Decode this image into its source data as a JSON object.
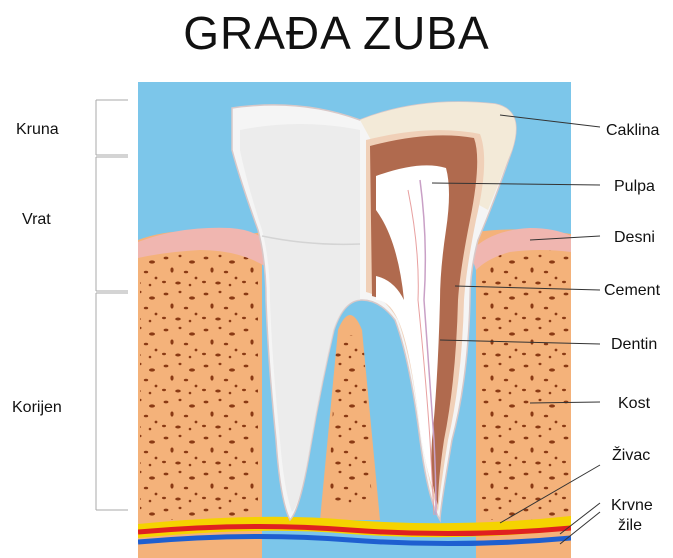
{
  "title": "GRAĐA ZUBA",
  "regions": [
    {
      "id": "kruna",
      "label": "Kruna"
    },
    {
      "id": "vrat",
      "label": "Vrat"
    },
    {
      "id": "korijen",
      "label": "Korijen"
    }
  ],
  "parts": [
    {
      "id": "caklina",
      "label": "Caklina"
    },
    {
      "id": "pulpa",
      "label": "Pulpa"
    },
    {
      "id": "desni",
      "label": "Desni"
    },
    {
      "id": "cement",
      "label": "Cement"
    },
    {
      "id": "dentin",
      "label": "Dentin"
    },
    {
      "id": "kost",
      "label": "Kost"
    },
    {
      "id": "zivac",
      "label": "Živac"
    },
    {
      "id": "krvne_zile_1",
      "label": "Krvne"
    },
    {
      "id": "krvne_zile_2",
      "label": "žile"
    }
  ],
  "colors": {
    "sky": "#7cc6ea",
    "bone": "#f4b27a",
    "bone_pores": "#8a3a14",
    "gum": "#f0b6b0",
    "enamel": "#f5f5f5",
    "dentin": "#f0d0b8",
    "pulp_outline": "#b06a4e",
    "pulp": "#ffffff",
    "nerve": "#f5d300",
    "artery": "#e02020",
    "vein": "#1e5fd0"
  }
}
